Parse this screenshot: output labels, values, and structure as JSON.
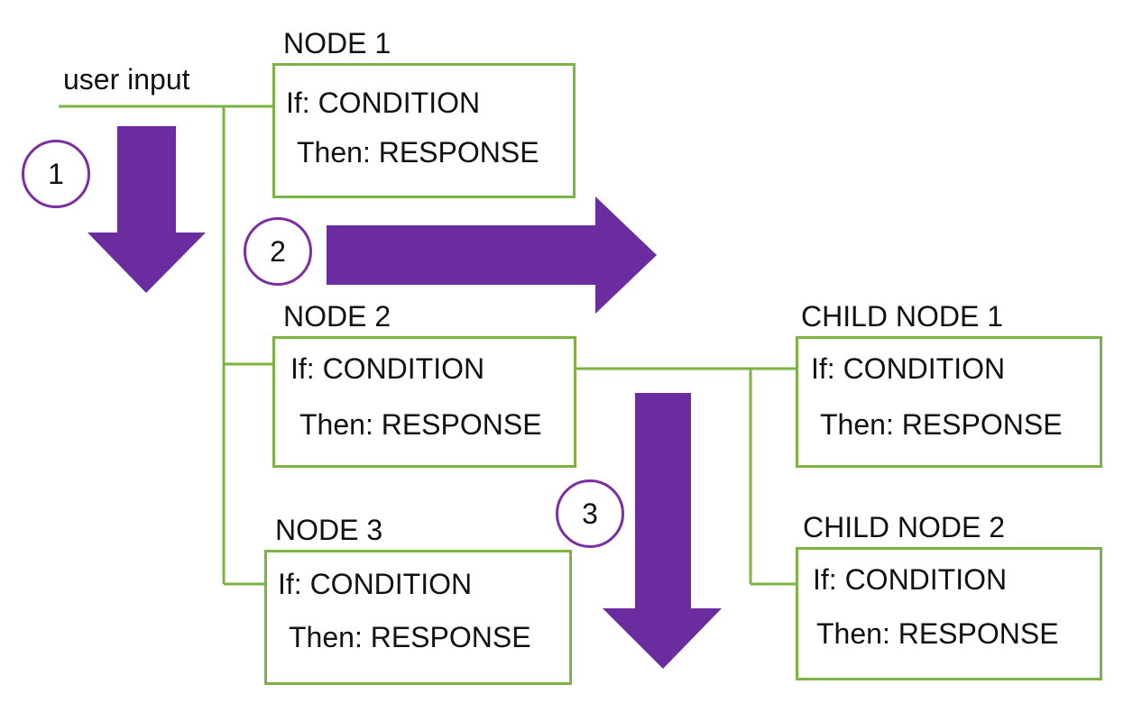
{
  "colors": {
    "connector": "#7cb342",
    "arrow": "#6a2c9e",
    "circle_border": "#7b2fa3",
    "text": "#111111"
  },
  "input_label": "user input",
  "nodes": [
    {
      "id": "node-1",
      "title": "NODE 1",
      "condition": "If: CONDITION",
      "response": "Then: RESPONSE"
    },
    {
      "id": "node-2",
      "title": "NODE 2",
      "condition": "If: CONDITION",
      "response": "Then: RESPONSE"
    },
    {
      "id": "node-3",
      "title": "NODE 3",
      "condition": "If: CONDITION",
      "response": "Then: RESPONSE"
    },
    {
      "id": "child-node-1",
      "title": "CHILD NODE 1",
      "condition": "If: CONDITION",
      "response": "Then: RESPONSE"
    },
    {
      "id": "child-node-2",
      "title": "CHILD NODE 2",
      "condition": "If: CONDITION",
      "response": "Then: RESPONSE"
    }
  ],
  "steps": [
    {
      "label": "1",
      "direction": "down"
    },
    {
      "label": "2",
      "direction": "right"
    },
    {
      "label": "3",
      "direction": "down"
    }
  ]
}
